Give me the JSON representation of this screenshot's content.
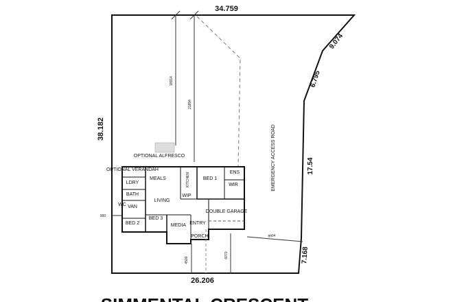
{
  "site_plan": {
    "boundary_dims": {
      "top": "34.759",
      "left": "38.182",
      "bottom": "26.206",
      "right_1": "9.074",
      "right_2": "6.795",
      "right_3": "17.54",
      "right_4": "7.168"
    },
    "setbacks": {
      "setback_a": "18914",
      "setback_b": "21894",
      "side_left": "900",
      "front_a": "4500",
      "front_b": "6070",
      "garage_side": "8904"
    },
    "road_label": "EMERGENCY ACCESS ROAD",
    "street_name": "SIMMENTAL CRESCENT",
    "rooms": {
      "alfresco": "OPTIONAL ALFRESCO",
      "verandah": "OPTIONAL VERANDAH",
      "meals": "MEALS",
      "kitchen": "KITCHEN",
      "bed1": "BED 1",
      "ens": "ENS",
      "wir": "WIR",
      "lory": "LDRY",
      "bath": "BATH",
      "wc": "WC",
      "van": "VAN",
      "wip": "WIP",
      "living": "LIVING",
      "double_garage": "DOUBLE GARAGE",
      "bed3": "BED 3",
      "bed2": "BED 2",
      "media": "MEDIA",
      "entry": "ENTRY",
      "porch": "PORCH"
    }
  }
}
